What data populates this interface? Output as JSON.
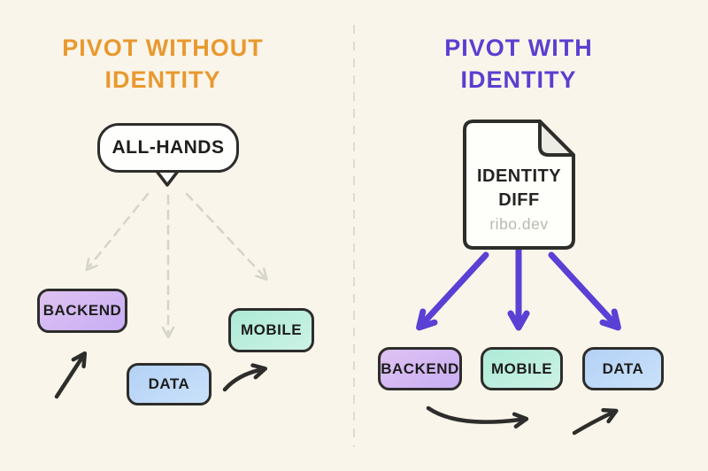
{
  "left_panel": {
    "title_line1": "PIVOT WITHOUT",
    "title_line2": "IDENTITY",
    "bubble_label": "ALL-HANDS",
    "boxes": {
      "backend": "BACKEND",
      "data": "DATA",
      "mobile": "MOBILE"
    }
  },
  "right_panel": {
    "title_line1": "PIVOT WITH",
    "title_line2": "IDENTITY",
    "document": {
      "title_line1": "IDENTITY",
      "title_line2": "DIFF",
      "watermark": "ribo.dev"
    },
    "boxes": {
      "backend": "BACKEND",
      "mobile": "MOBILE",
      "data": "DATA"
    }
  },
  "colors": {
    "background": "#FAF5EA",
    "left_title_orange": "#E8992F",
    "right_title_purple": "#5A3FD0",
    "purple_arrow": "#5A40D4",
    "ink_black": "#2D2D2B",
    "dashed_gray": "#D5D5C9",
    "divider_gray": "#DCDCD0",
    "box_purple": "#D3B7F3",
    "box_blue": "#BCD8F7",
    "box_teal": "#B4EBD9",
    "document_fill": "#FEFEFB",
    "document_fold": "#ECECE5",
    "watermark_gray": "#B9B9B0"
  }
}
